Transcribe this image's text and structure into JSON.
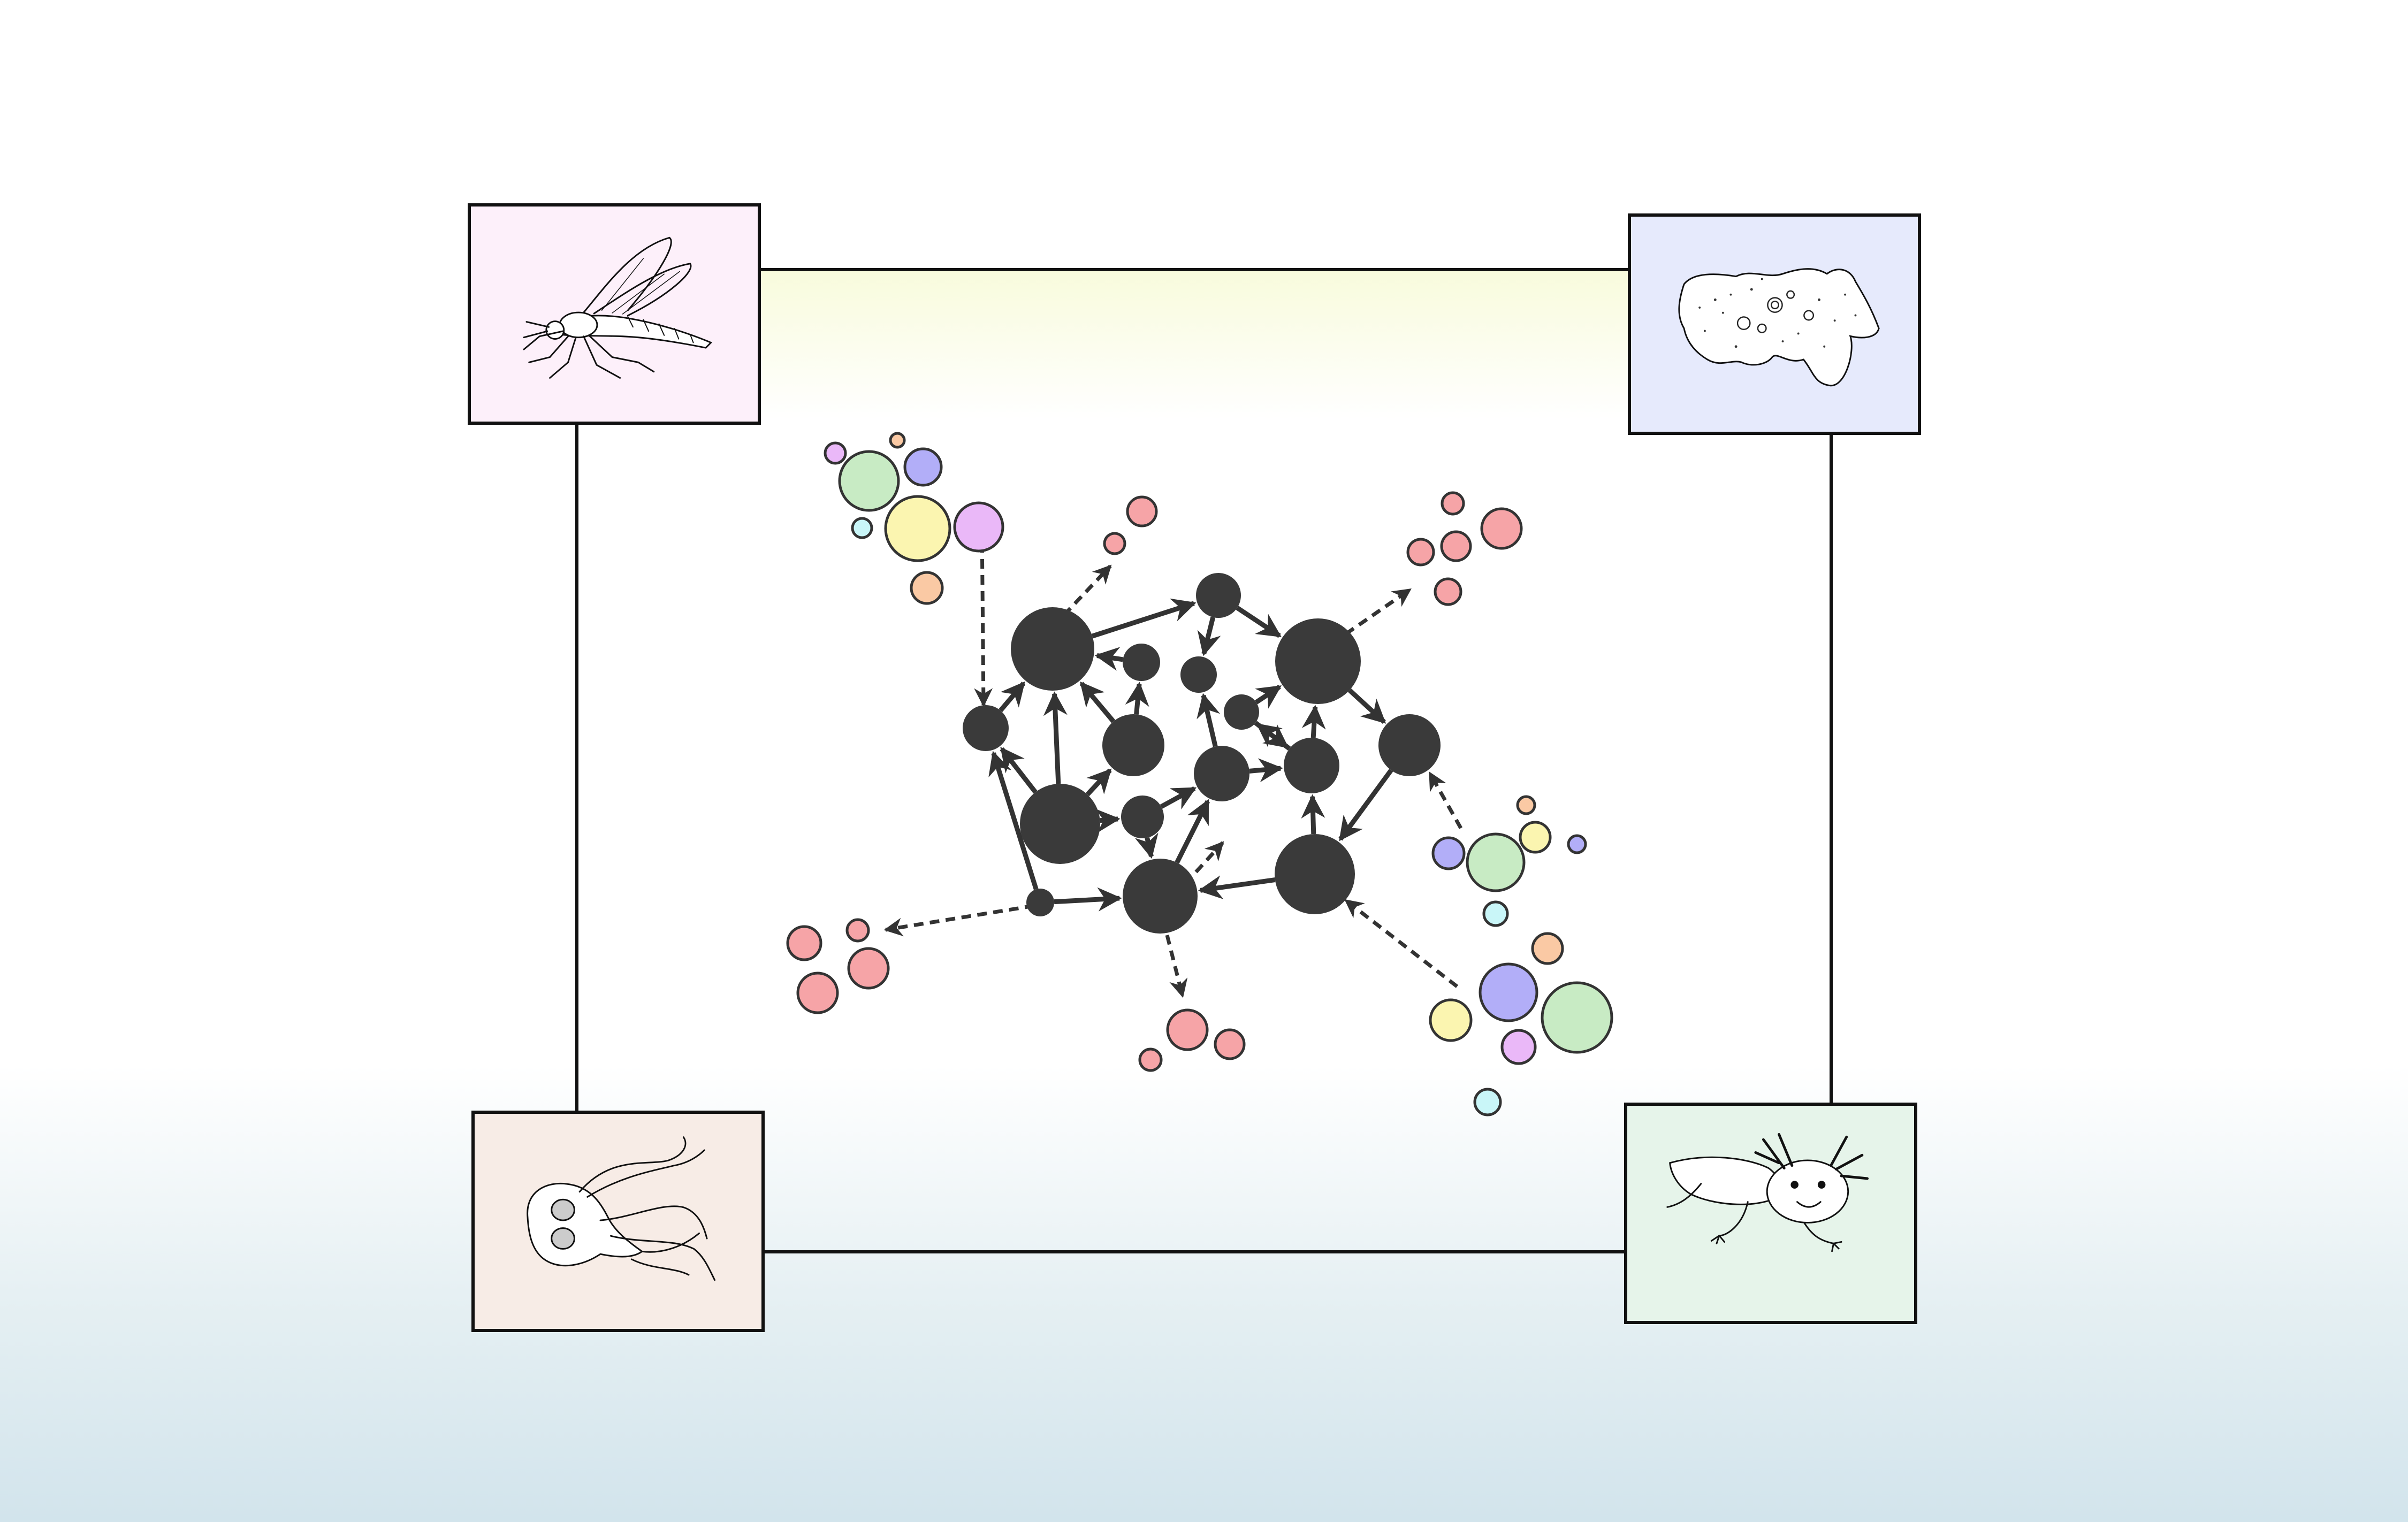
{
  "diagram": {
    "frame_band_color": "#f8fbdc",
    "node_color": "#3a3a3a",
    "edge_color": "#333333",
    "bubble_palette": {
      "red": "#f6a4a7",
      "green": "#c8ebc4",
      "yellow": "#fbf5b0",
      "purple": "#b2aef8",
      "pink": "#eab8f8",
      "orange": "#fac9a4",
      "cyan": "#c9f6f8"
    },
    "corner_panels": [
      {
        "id": "top-left",
        "icon": "mosquito-icon",
        "background": "#fdf0fa"
      },
      {
        "id": "top-right",
        "icon": "amoeba-icon",
        "background": "#e6eafc"
      },
      {
        "id": "bottom-left",
        "icon": "giardia-icon",
        "background": "#f7ece6"
      },
      {
        "id": "bottom-right",
        "icon": "axolotl-icon",
        "background": "#e6f4ea"
      }
    ]
  }
}
